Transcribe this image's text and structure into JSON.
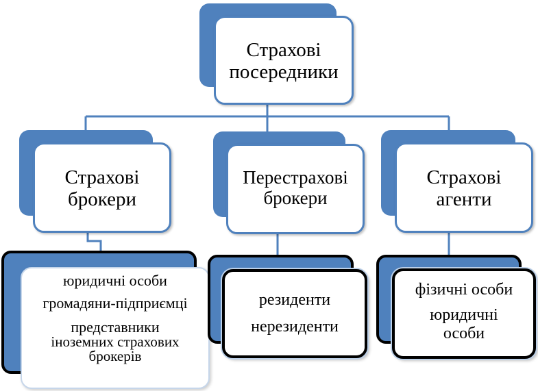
{
  "diagram": {
    "colors": {
      "accent": "#4f81bd",
      "connector": "#4f81bd",
      "outline_dark": "#000000",
      "background": "#ffffff"
    },
    "root": {
      "line1": "Страхові",
      "line2": "посередники"
    },
    "categories": [
      {
        "id": "brokers",
        "line1": "Страхові",
        "line2": "брокери",
        "details": [
          "юридичні особи",
          "громадяни-підприємці",
          "представники",
          "іноземних страхових",
          "брокерів"
        ]
      },
      {
        "id": "reinsurance-brokers",
        "line1": "Перестрахові",
        "line2": "брокери",
        "details": [
          "резиденти",
          "нерезиденти"
        ]
      },
      {
        "id": "agents",
        "line1": "Страхові",
        "line2": "агенти",
        "details": [
          "фізичні особи",
          "юридичні",
          "особи"
        ]
      }
    ]
  }
}
